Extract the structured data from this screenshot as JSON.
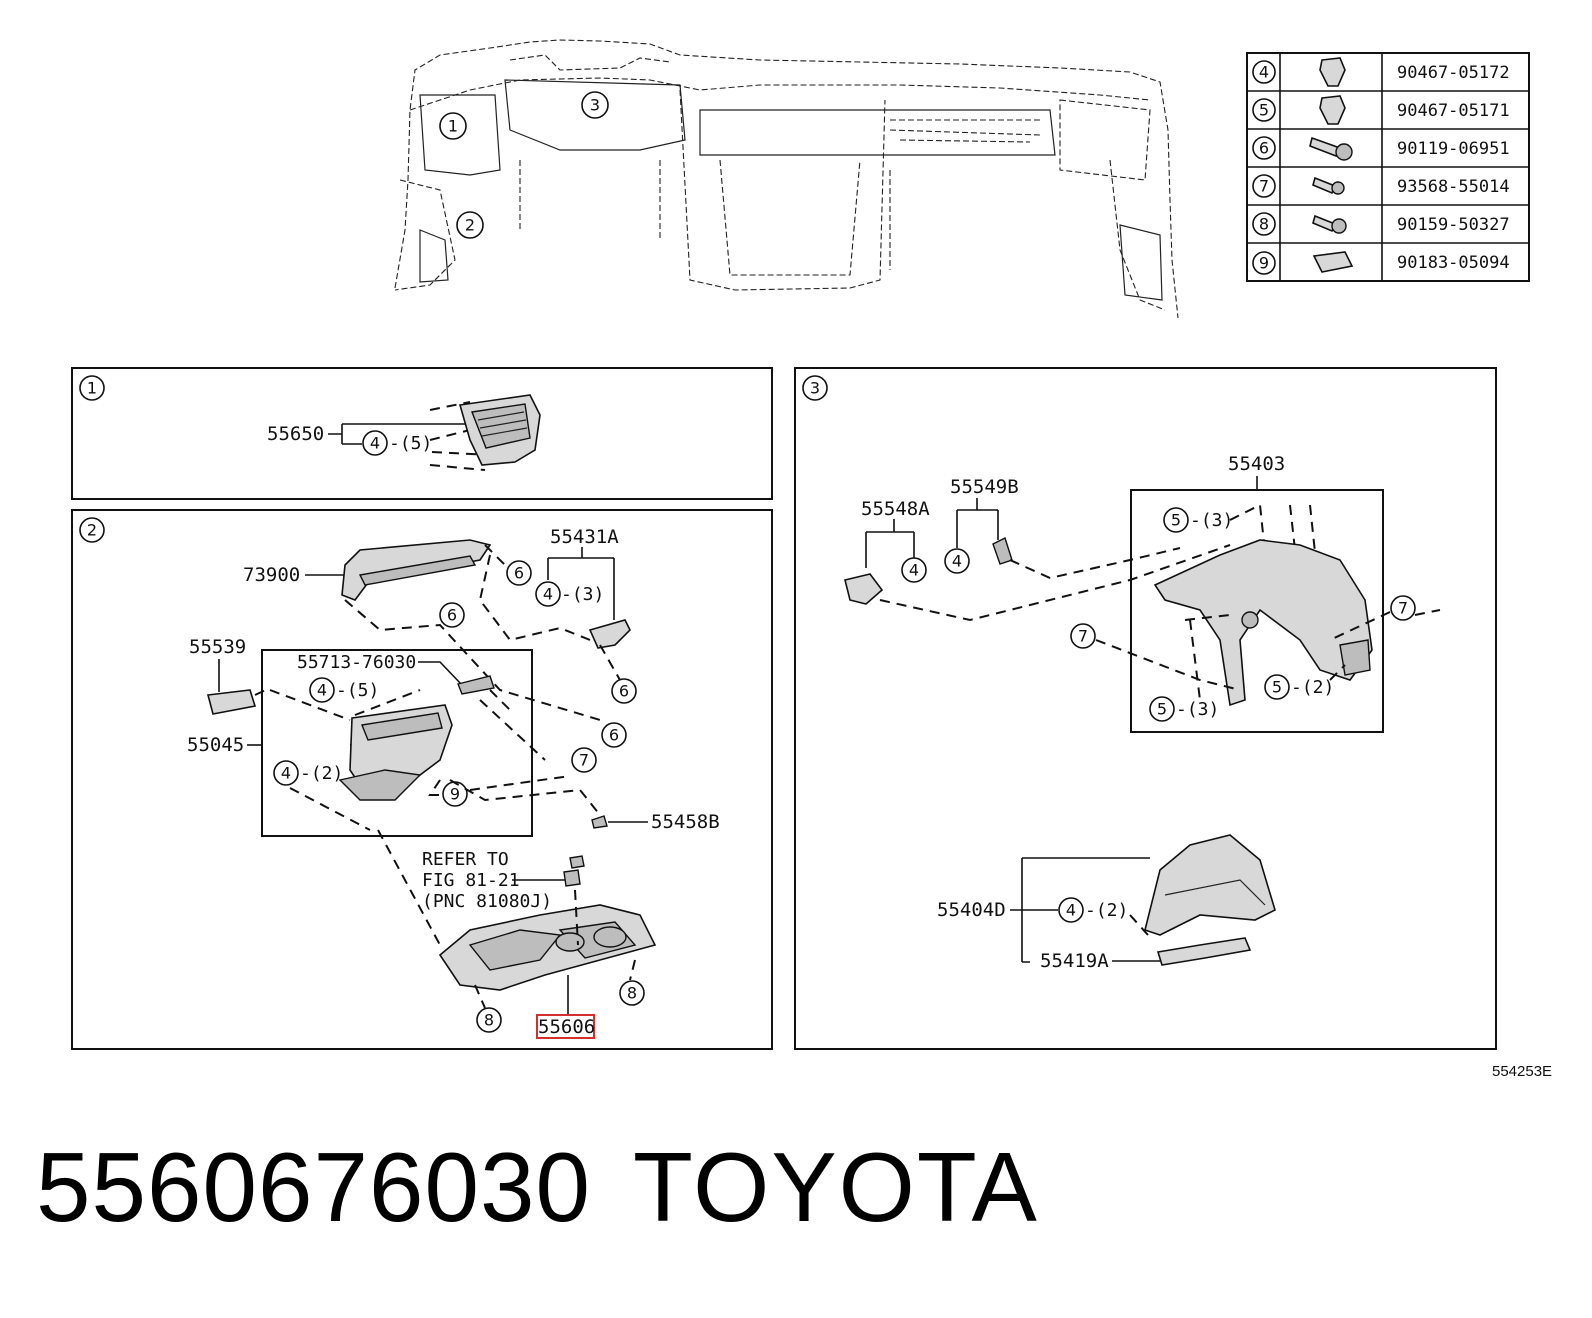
{
  "fasteners": [
    {
      "ref": "4",
      "part": "90467-05172"
    },
    {
      "ref": "5",
      "part": "90467-05171"
    },
    {
      "ref": "6",
      "part": "90119-06951"
    },
    {
      "ref": "7",
      "part": "93568-55014"
    },
    {
      "ref": "8",
      "part": "90159-50327"
    },
    {
      "ref": "9",
      "part": "90183-05094"
    }
  ],
  "overview_callouts": [
    "1",
    "2",
    "3"
  ],
  "panel1": {
    "id": "1",
    "part_55650": "55650",
    "callout_4": "4",
    "qty_5": "-(5)"
  },
  "panel2": {
    "id": "2",
    "part_73900": "73900",
    "part_55431a": "55431A",
    "part_55539": "55539",
    "part_55713": "55713-76030",
    "part_55045": "55045",
    "part_55458b": "55458B",
    "part_55606": "55606",
    "qty_3": "-(3)",
    "qty_5": "-(5)",
    "qty_2": "-(2)",
    "refer_line1": "REFER TO",
    "refer_line2": "FIG 81-21",
    "refer_line3": "(PNC 81080J)",
    "c4": "4",
    "c6": "6",
    "c7": "7",
    "c8": "8",
    "c9": "9"
  },
  "panel3": {
    "id": "3",
    "part_55403": "55403",
    "part_55549b": "55549B",
    "part_55548a": "55548A",
    "part_55404d": "55404D",
    "part_55419a": "55419A",
    "qty_3": "-(3)",
    "qty_2": "-(2)",
    "c4": "4",
    "c5": "5",
    "c7": "7"
  },
  "figure_ref": "554253E",
  "highlight_color": "#d32f2f",
  "footer": {
    "part_number": "5560676030",
    "brand": "TOYOTA"
  }
}
